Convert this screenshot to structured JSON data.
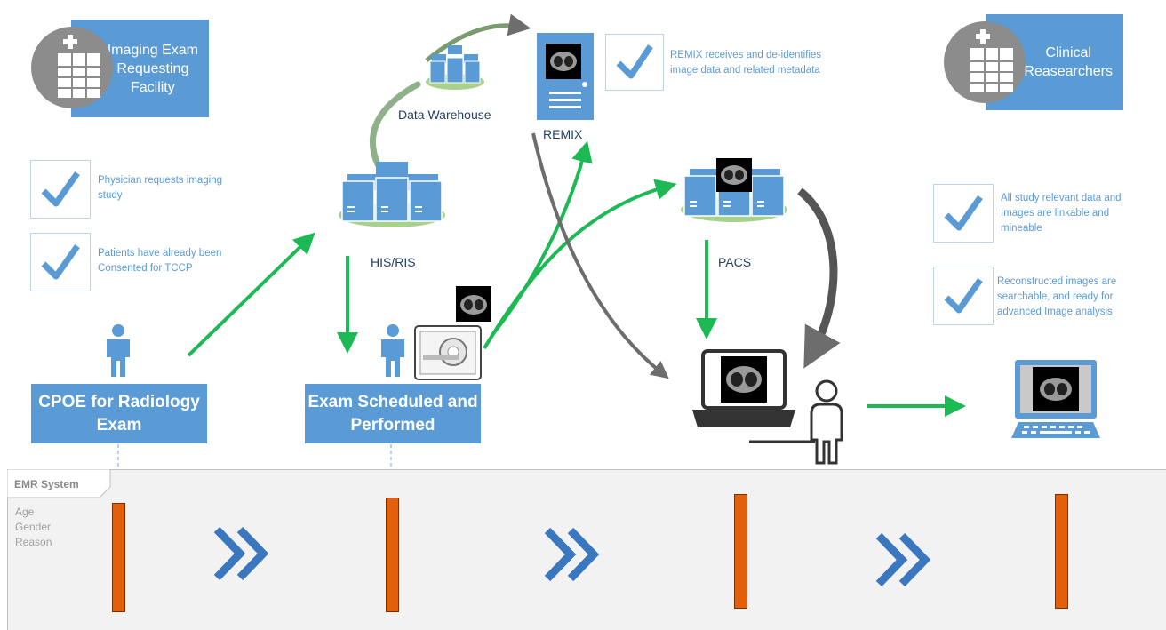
{
  "header": {
    "requesting_facility": "Imaging Exam\nRequesting\nFacility",
    "clinical_researchers": "Clinical\nReasearchers"
  },
  "checklist": {
    "physician_requests": "Physician requests imaging\nstudy",
    "patients_consented": "Patients have already been\nConsented for TCCP",
    "remix_receives": "REMIX receives and de-identifies\nimage data and related metadata",
    "study_data_linkable": "All study relevant data and\nImages are linkable and\nmineable",
    "images_searchable": "Reconstructed images are\nsearchable, and ready for\nadvanced Image analysis"
  },
  "nodes": {
    "data_warehouse": "Data Warehouse",
    "remix": "REMIX",
    "his_ris": "HIS/RIS",
    "pacs": "PACS"
  },
  "steps": {
    "cpoe": "CPOE for Radiology\nExam",
    "exam_scheduled": "Exam Scheduled and\nPerformed"
  },
  "emr": {
    "tab_label": "EMR System",
    "fields": [
      "Age",
      "Gender",
      "Reason"
    ]
  },
  "colors": {
    "accent_blue": "#5b9bd5",
    "arrow_green": "#1db954",
    "arrow_gray": "#6d6d6d",
    "emr_bar_orange": "#e35f0a",
    "server_ground_green": "#a9d18e"
  },
  "icons": [
    "spreadsheet-icon",
    "checkbox-icon",
    "server-cluster-icon",
    "server-tower-icon",
    "person-icon",
    "ct-scanner-icon",
    "laptop-icon",
    "monitor-icon",
    "chevron-forward-icon"
  ]
}
